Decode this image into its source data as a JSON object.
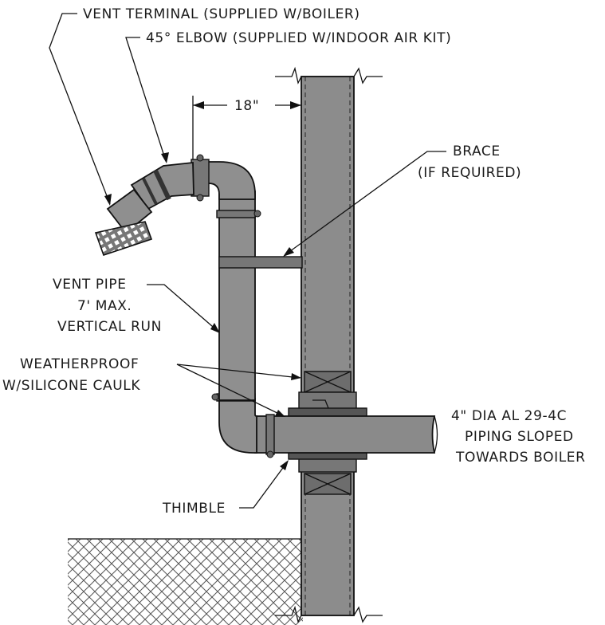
{
  "labels": {
    "vent_terminal": "VENT TERMINAL (SUPPLIED W/BOILER)",
    "elbow_45": "45° ELBOW (SUPPLIED W/INDOOR AIR KIT)",
    "dimension": "18\"",
    "brace_line1": "BRACE",
    "brace_line2": "(IF REQUIRED)",
    "vent_pipe_line1": "VENT PIPE",
    "vent_pipe_line2": "7' MAX.",
    "vent_pipe_line3": "VERTICAL RUN",
    "weatherproof_line1": "WEATHERPROOF",
    "weatherproof_line2": "W/SILICONE CAULK",
    "piping_line1": "4\" DIA AL 29-4C",
    "piping_line2": "PIPING SLOPED",
    "piping_line3": "TOWARDS BOILER",
    "thimble": "THIMBLE"
  }
}
